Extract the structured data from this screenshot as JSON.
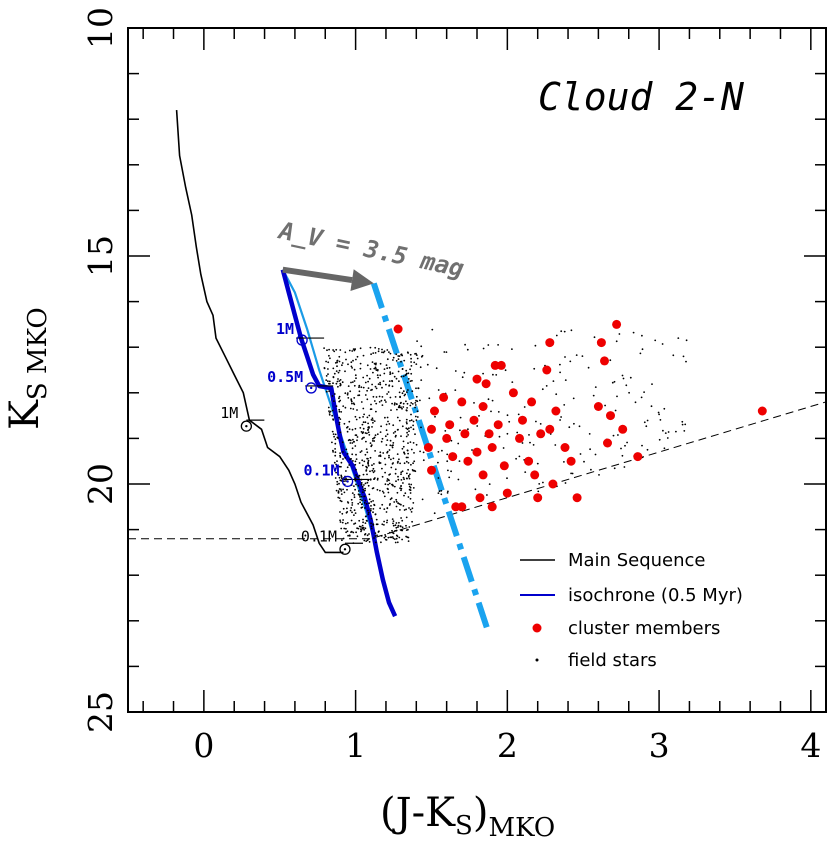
{
  "chart_data": {
    "type": "scatter",
    "title": "Cloud 2-N",
    "xlabel": "(J-K",
    "xlabel_sub": "S",
    "xlabel_end": ")",
    "xlabel_suffix": "MKO",
    "ylabel": "K",
    "ylabel_sub": "S MKO",
    "xlim": [
      -0.5,
      4.1
    ],
    "ylim": [
      25,
      10
    ],
    "x_ticks": [
      "0",
      "1",
      "2",
      "3",
      "4"
    ],
    "y_ticks": [
      "10",
      "15",
      "20",
      "25"
    ],
    "grid": false,
    "legend_position": "bottom-right",
    "legend": [
      "Main Sequence",
      "isochrone (0.5 Myr)",
      "cluster members",
      "field stars"
    ],
    "colors": {
      "main_sequence": "#000000",
      "isochrone": "#0000cc",
      "isochrone_light": "#1a9be6",
      "reddened": "#1aa3ef",
      "members": "#ee0000",
      "field": "#000000",
      "arrow": "#666666"
    },
    "reddening_annotation": "A_V = 3.5 mag",
    "reddening_vector": {
      "start": [
        0.52,
        15.3
      ],
      "end": [
        1.12,
        15.6
      ]
    },
    "main_sequence": [
      [
        -0.18,
        11.8
      ],
      [
        -0.16,
        12.8
      ],
      [
        -0.12,
        13.5
      ],
      [
        -0.08,
        14.1
      ],
      [
        -0.05,
        14.8
      ],
      [
        -0.02,
        15.4
      ],
      [
        0.02,
        16.0
      ],
      [
        0.06,
        16.3
      ],
      [
        0.08,
        16.8
      ],
      [
        0.14,
        17.2
      ],
      [
        0.2,
        17.6
      ],
      [
        0.26,
        18.0
      ],
      [
        0.3,
        18.6
      ],
      [
        0.38,
        18.8
      ],
      [
        0.42,
        19.2
      ],
      [
        0.5,
        19.4
      ],
      [
        0.56,
        19.7
      ],
      [
        0.6,
        20.0
      ],
      [
        0.64,
        20.4
      ],
      [
        0.72,
        20.9
      ],
      [
        0.76,
        21.3
      ],
      [
        0.8,
        21.5
      ],
      [
        0.92,
        21.5
      ]
    ],
    "main_sequence_marks": [
      {
        "label": "1M",
        "x": 0.28,
        "y": 18.6
      },
      {
        "label": "0.1M",
        "x": 0.93,
        "y": 21.3
      }
    ],
    "isochrone": [
      [
        0.52,
        15.3
      ],
      [
        0.56,
        15.8
      ],
      [
        0.6,
        16.3
      ],
      [
        0.64,
        16.8
      ],
      [
        0.68,
        17.2
      ],
      [
        0.72,
        17.6
      ],
      [
        0.76,
        17.85
      ],
      [
        0.84,
        17.9
      ],
      [
        0.87,
        18.5
      ],
      [
        0.9,
        19.0
      ],
      [
        0.92,
        19.3
      ],
      [
        0.98,
        19.6
      ],
      [
        1.02,
        19.95
      ],
      [
        1.06,
        20.3
      ],
      [
        1.1,
        20.8
      ],
      [
        1.14,
        21.5
      ],
      [
        1.18,
        22.1
      ],
      [
        1.22,
        22.6
      ],
      [
        1.26,
        22.9
      ]
    ],
    "isochrone_light": [
      [
        0.52,
        15.3
      ],
      [
        0.6,
        15.8
      ],
      [
        0.68,
        16.6
      ],
      [
        0.76,
        17.5
      ],
      [
        0.86,
        18.5
      ],
      [
        0.96,
        19.5
      ],
      [
        1.06,
        20.5
      ],
      [
        1.12,
        21.2
      ]
    ],
    "isochrone_marks": [
      {
        "label": "1M",
        "x": 0.7,
        "y": 16.8
      },
      {
        "label": "0.5M",
        "x": 0.76,
        "y": 17.85
      },
      {
        "label": "0.1M",
        "x": 1.0,
        "y": 19.9
      }
    ],
    "reddened_isochrone": [
      [
        1.12,
        15.6
      ],
      [
        1.88,
        23.3
      ]
    ],
    "completeness_lines": [
      {
        "points": [
          [
            -0.5,
            21.2
          ],
          [
            1.1,
            21.2
          ],
          [
            4.1,
            18.2
          ]
        ]
      }
    ],
    "members": [
      {
        "x": 1.28,
        "y": 16.6
      },
      {
        "x": 1.48,
        "y": 19.2
      },
      {
        "x": 1.5,
        "y": 18.8
      },
      {
        "x": 1.5,
        "y": 19.7
      },
      {
        "x": 1.52,
        "y": 18.4
      },
      {
        "x": 1.58,
        "y": 18.1
      },
      {
        "x": 1.6,
        "y": 19.0
      },
      {
        "x": 1.62,
        "y": 18.7
      },
      {
        "x": 1.64,
        "y": 19.4
      },
      {
        "x": 1.66,
        "y": 20.5
      },
      {
        "x": 1.7,
        "y": 18.2
      },
      {
        "x": 1.7,
        "y": 20.5
      },
      {
        "x": 1.72,
        "y": 18.9
      },
      {
        "x": 1.74,
        "y": 19.5
      },
      {
        "x": 1.78,
        "y": 18.6
      },
      {
        "x": 1.8,
        "y": 17.7
      },
      {
        "x": 1.8,
        "y": 19.3
      },
      {
        "x": 1.82,
        "y": 20.3
      },
      {
        "x": 1.84,
        "y": 18.3
      },
      {
        "x": 1.84,
        "y": 19.8
      },
      {
        "x": 1.86,
        "y": 17.8
      },
      {
        "x": 1.88,
        "y": 18.9
      },
      {
        "x": 1.9,
        "y": 19.2
      },
      {
        "x": 1.9,
        "y": 20.5
      },
      {
        "x": 1.92,
        "y": 17.4
      },
      {
        "x": 1.94,
        "y": 18.7
      },
      {
        "x": 1.96,
        "y": 17.4
      },
      {
        "x": 1.98,
        "y": 19.6
      },
      {
        "x": 2.0,
        "y": 20.2
      },
      {
        "x": 2.04,
        "y": 18.0
      },
      {
        "x": 2.08,
        "y": 19.0
      },
      {
        "x": 2.1,
        "y": 18.6
      },
      {
        "x": 2.14,
        "y": 19.5
      },
      {
        "x": 2.16,
        "y": 18.2
      },
      {
        "x": 2.18,
        "y": 19.8
      },
      {
        "x": 2.2,
        "y": 20.3
      },
      {
        "x": 2.22,
        "y": 18.9
      },
      {
        "x": 2.26,
        "y": 17.5
      },
      {
        "x": 2.28,
        "y": 16.9
      },
      {
        "x": 2.28,
        "y": 18.8
      },
      {
        "x": 2.3,
        "y": 20.0
      },
      {
        "x": 2.32,
        "y": 18.4
      },
      {
        "x": 2.38,
        "y": 19.2
      },
      {
        "x": 2.42,
        "y": 19.5
      },
      {
        "x": 2.46,
        "y": 20.3
      },
      {
        "x": 2.6,
        "y": 18.3
      },
      {
        "x": 2.62,
        "y": 16.9
      },
      {
        "x": 2.64,
        "y": 17.3
      },
      {
        "x": 2.66,
        "y": 19.1
      },
      {
        "x": 2.68,
        "y": 18.5
      },
      {
        "x": 2.72,
        "y": 16.5
      },
      {
        "x": 2.76,
        "y": 18.8
      },
      {
        "x": 2.86,
        "y": 19.4
      },
      {
        "x": 3.68,
        "y": 18.4
      }
    ]
  }
}
